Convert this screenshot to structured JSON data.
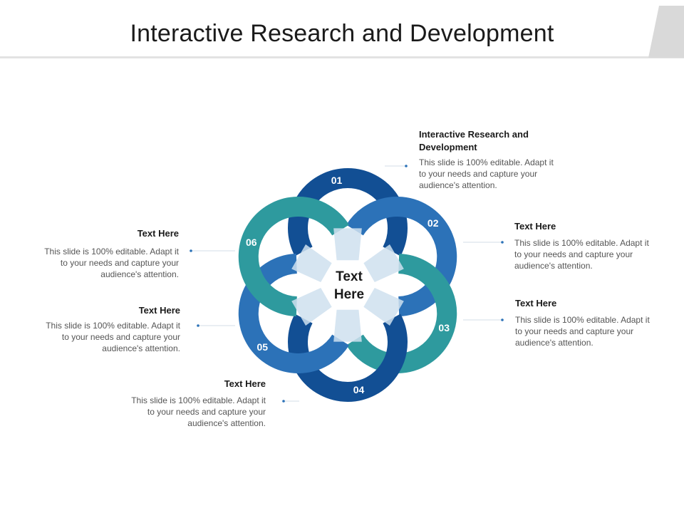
{
  "title": "Interactive Research and Development",
  "center": {
    "line1": "Text",
    "line2": "Here"
  },
  "colors": {
    "dark_blue": "#124f94",
    "mid_blue": "#2c72b8",
    "teal": "#2e9a9e",
    "overlay": "#cfe0ef"
  },
  "petals": [
    {
      "number": "01",
      "color": "#124f94"
    },
    {
      "number": "02",
      "color": "#2c72b8"
    },
    {
      "number": "03",
      "color": "#2e9a9e"
    },
    {
      "number": "04",
      "color": "#124f94"
    },
    {
      "number": "05",
      "color": "#2c72b8"
    },
    {
      "number": "06",
      "color": "#2e9a9e"
    }
  ],
  "callouts": [
    {
      "heading": "Interactive Research and Development",
      "body": "This slide is 100% editable. Adapt it to your needs and capture your audience's attention."
    },
    {
      "heading": "Text Here",
      "body": "This slide is 100% editable. Adapt it to your needs and capture your audience's attention."
    },
    {
      "heading": "Text Here",
      "body": "This slide is 100% editable. Adapt it to your needs and capture your audience's attention."
    },
    {
      "heading": "Text Here",
      "body": "This slide is 100% editable. Adapt it to your needs and capture your audience's attention."
    },
    {
      "heading": "Text Here",
      "body": "This slide is 100% editable. Adapt it to your needs and capture your audience's attention."
    },
    {
      "heading": "Text Here",
      "body": "This slide is 100% editable. Adapt it to your needs and capture your audience's attention."
    }
  ]
}
